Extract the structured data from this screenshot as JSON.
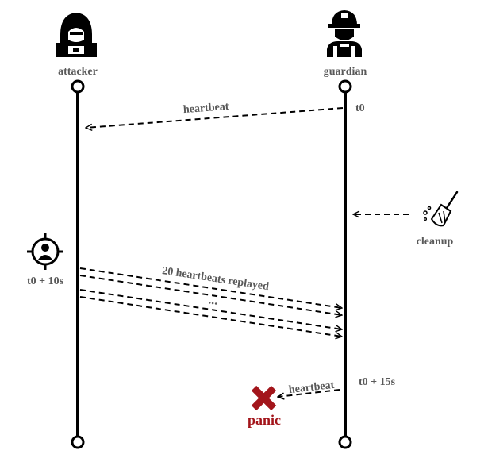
{
  "actors": {
    "attacker": {
      "label": "attacker",
      "icon": "hacker-icon"
    },
    "guardian": {
      "label": "guardian",
      "icon": "worker-icon"
    }
  },
  "messages": {
    "heartbeat_top": "heartbeat",
    "replayed": "20 heartbeats replayed",
    "ellipsis": "...",
    "heartbeat_bottom": "heartbeat"
  },
  "times": {
    "t0": "t0",
    "t0_10": "t0 + 10s",
    "t0_15": "t0 + 15s"
  },
  "cleanup": {
    "label": "cleanup",
    "icon": "broom-icon"
  },
  "target": {
    "icon": "target-person-icon"
  },
  "panic": {
    "label": "panic",
    "icon": "red-x-icon"
  },
  "colors": {
    "line": "#000000",
    "text": "#595959",
    "panic": "#a3151b"
  }
}
